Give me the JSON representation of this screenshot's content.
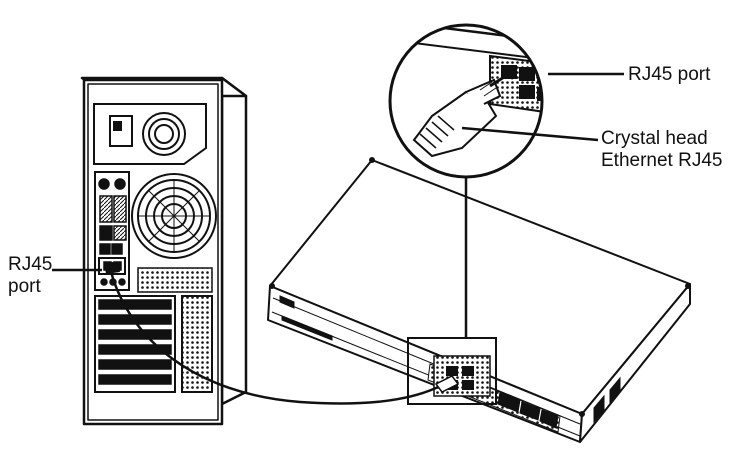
{
  "labels": {
    "switch_port": "RJ45 port",
    "crystal_head_line1": "Crystal head",
    "crystal_head_line2": "Ethernet RJ45",
    "pc_port_line1": "RJ45",
    "pc_port_line2": "port"
  },
  "colors": {
    "stroke": "#111111",
    "background": "#ffffff"
  }
}
